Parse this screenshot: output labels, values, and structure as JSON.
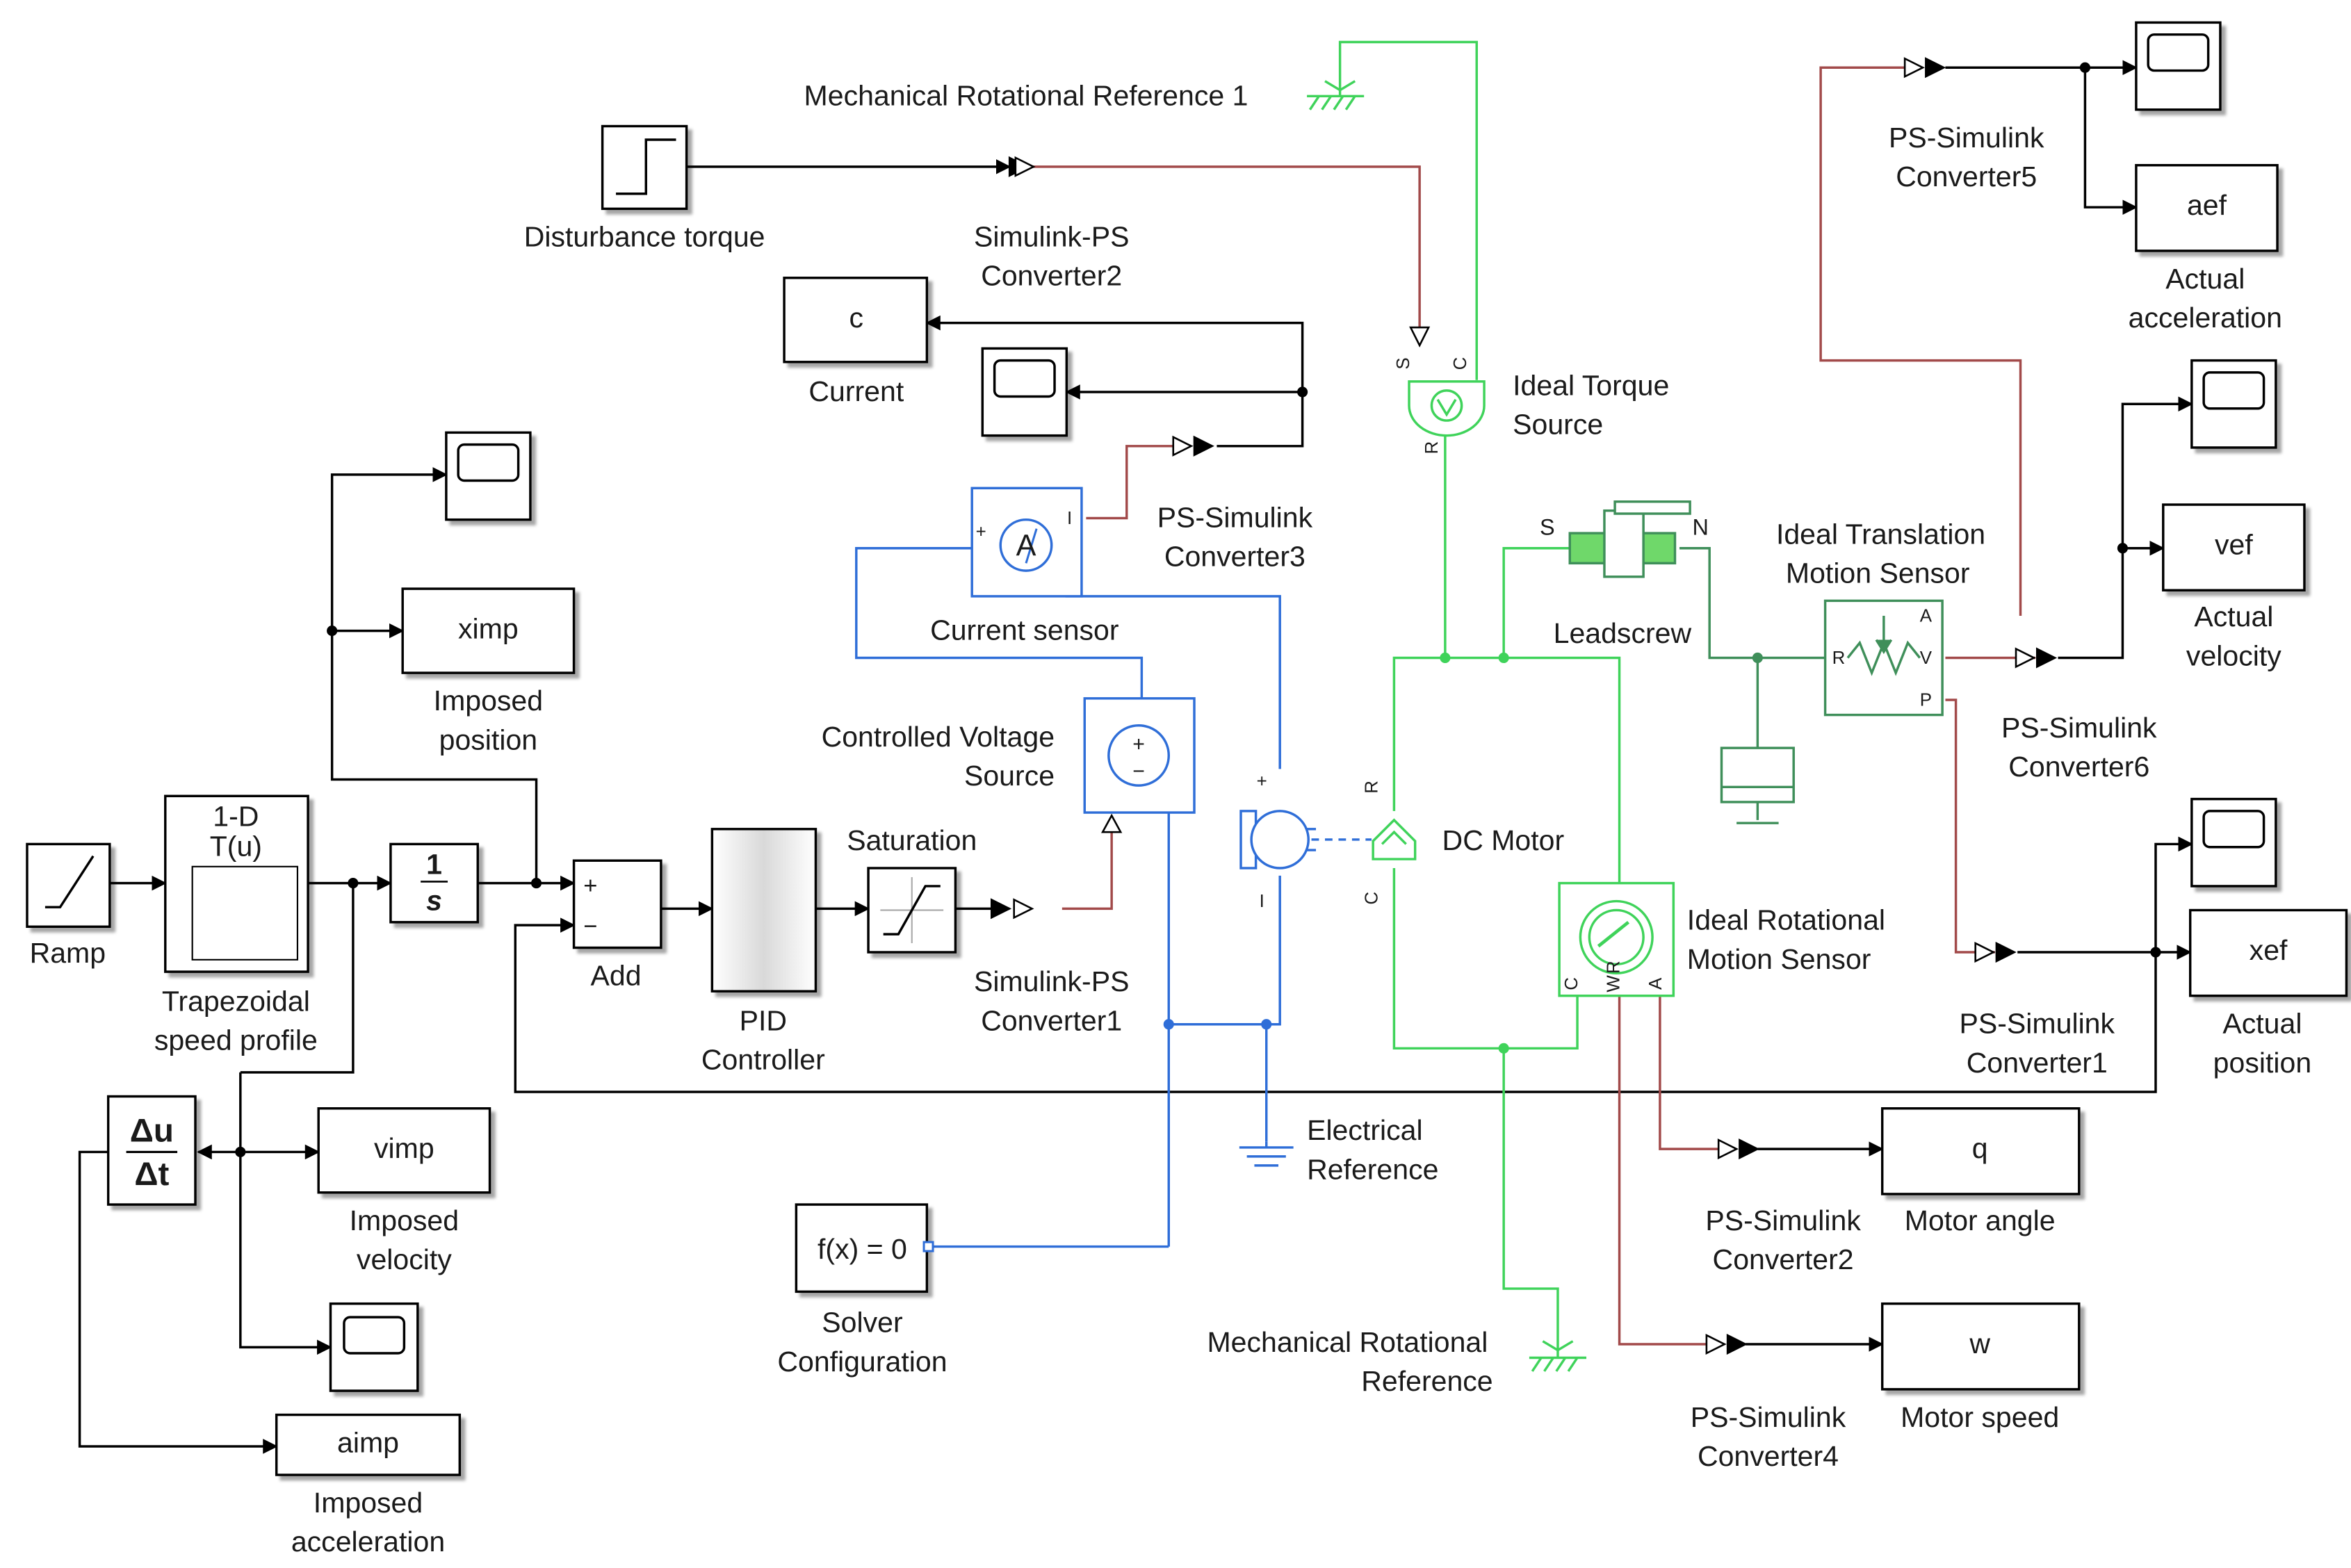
{
  "colors": {
    "signal": "#000000",
    "physical_signal": "#a24a4a",
    "electrical": "#2f6ed8",
    "mechanical_rotational": "#3fd35a",
    "translational": "#3f8f5a",
    "block_border": "#000000"
  },
  "blocks": {
    "ramp": {
      "label": "Ramp",
      "icon": "ramp-icon"
    },
    "trapezoidal": {
      "label_lines": [
        "Trapezoidal",
        "speed profile"
      ],
      "icon_lines": [
        "1-D",
        "T(u)"
      ]
    },
    "integrator": {
      "icon_num": "1",
      "icon_den": "s"
    },
    "add": {
      "label": "Add",
      "plus": "+",
      "minus": "−"
    },
    "pid": {
      "label_lines": [
        "PID",
        "Controller"
      ]
    },
    "saturation": {
      "label": "Saturation"
    },
    "sps1": {
      "label_lines": [
        "Simulink-PS",
        "Converter1"
      ]
    },
    "sps2": {
      "label_lines": [
        "Simulink-PS",
        "Converter2"
      ]
    },
    "disturbance": {
      "label": "Disturbance torque"
    },
    "mech_ref1": {
      "label": "Mechanical Rotational Reference 1"
    },
    "mech_ref": {
      "label_lines": [
        "Mechanical Rotational",
        "Reference"
      ]
    },
    "current_goto": {
      "text": "c",
      "label": "Current"
    },
    "current_sensor": {
      "label": "Current sensor",
      "icon_text": "A",
      "port_i": "I",
      "port_plus": "+"
    },
    "ps3": {
      "label_lines": [
        "PS-Simulink",
        "Converter3"
      ]
    },
    "cvs": {
      "label_lines": [
        "Controlled Voltage",
        "Source"
      ]
    },
    "dc_motor": {
      "label": "DC Motor",
      "port_r": "R",
      "port_c": "C",
      "port_i": "I"
    },
    "elec_ref": {
      "label_lines": [
        "Electrical",
        "Reference"
      ]
    },
    "solver": {
      "text": "f(x) = 0",
      "label_lines": [
        "Solver",
        "Configuration"
      ]
    },
    "torque_source": {
      "label_lines": [
        "Ideal Torque",
        "Source"
      ],
      "port_s": "S",
      "port_c": "C",
      "port_r": "R"
    },
    "leadscrew": {
      "label": "Leadscrew",
      "port_s": "S",
      "port_n": "N"
    },
    "trans_sensor": {
      "label_lines": [
        "Ideal Translation",
        "Motion Sensor"
      ],
      "port_r": "R",
      "port_a": "A",
      "port_v": "V",
      "port_p": "P"
    },
    "rot_sensor": {
      "label_lines": [
        "Ideal Rotational",
        "Motion Sensor"
      ],
      "port_c": "C",
      "port_w": "W",
      "port_r": "R",
      "port_a": "A"
    },
    "ps5": {
      "label_lines": [
        "PS-Simulink",
        "Converter5"
      ]
    },
    "ps6": {
      "label_lines": [
        "PS-Simulink",
        "Converter6"
      ]
    },
    "ps1": {
      "label_lines": [
        "PS-Simulink",
        "Converter1"
      ]
    },
    "ps2": {
      "label_lines": [
        "PS-Simulink",
        "Converter2"
      ]
    },
    "ps4": {
      "label_lines": [
        "PS-Simulink",
        "Converter4"
      ]
    },
    "aef": {
      "text": "aef",
      "label_lines": [
        "Actual",
        "acceleration"
      ]
    },
    "vef": {
      "text": "vef",
      "label_lines": [
        "Actual",
        "velocity"
      ]
    },
    "xef": {
      "text": "xef",
      "label_lines": [
        "Actual",
        "position"
      ]
    },
    "q": {
      "text": "q",
      "label": "Motor angle"
    },
    "w": {
      "text": "w",
      "label": "Motor speed"
    },
    "ximp": {
      "text": "ximp",
      "label_lines": [
        "Imposed",
        "position"
      ]
    },
    "vimp": {
      "text": "vimp",
      "label_lines": [
        "Imposed",
        "velocity"
      ]
    },
    "aimp": {
      "text": "aimp",
      "label_lines": [
        "Imposed",
        "acceleration"
      ]
    },
    "derivative": {
      "num": "Δu",
      "den": "Δt"
    },
    "scope_icon": "scope-icon"
  }
}
